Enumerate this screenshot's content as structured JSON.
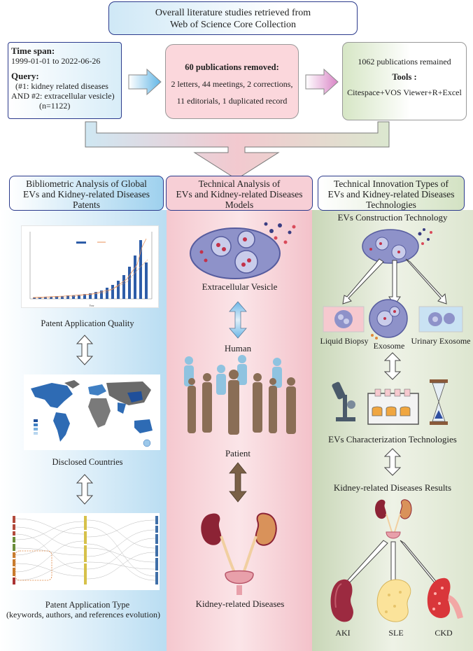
{
  "header": {
    "line1": "Overall literature studies retrieved from",
    "line2": "Web of Science Core Collection"
  },
  "left_box": {
    "time_title": "Time span:",
    "time_value": "1999-01-01 to 2022-06-26",
    "query_title": "Query:",
    "query_line1": "(#1: kidney related diseases",
    "query_line2": "AND  #2: extracellular vesicle)",
    "query_line3": "(n=1122)"
  },
  "middle_box": {
    "title": "60 publications removed:",
    "line1": "2 letters, 44 meetings, 2 corrections,",
    "line2": "11 editorials, 1 duplicated record"
  },
  "right_box": {
    "line1": "1062 publications remained",
    "tools_title": "Tools :",
    "tools_value": "Citespace+VOS Viewer+R+Excel"
  },
  "columns": {
    "left": {
      "title1": "Bibliometric Analysis of Global",
      "title2": "EVs and Kidney-related Diseases",
      "title3": "Patents",
      "cap_quality": "Patent Application Quality",
      "cap_countries": "Disclosed Countries",
      "cap_type1": "Patent Application Type",
      "cap_type2": "(keywords, authors, and references evolution)"
    },
    "middle": {
      "title1": "Technical Analysis of",
      "title2": "EVs and Kidney-related Diseases",
      "title3": "Models",
      "cap_ev": "Extracellular Vesicle",
      "cap_human": "Human",
      "cap_patient": "Patient",
      "cap_kidney": "Kidney-related Diseases"
    },
    "right": {
      "title1": "Technical Innovation Types of",
      "title2": "EVs and Kidney-related Diseases",
      "title3": "Technologies",
      "cap_construction": "EVs Construction Technology",
      "cap_liquid": "Liquid Biopsy",
      "cap_exosome": "Exosome",
      "cap_urinary": "Urinary Exosome",
      "cap_characterization": "EVs Characterization Technologies",
      "cap_results": "Kidney-related Diseases Results",
      "cap_aki": "AKI",
      "cap_sle": "SLE",
      "cap_ckd": "CKD"
    }
  },
  "colors": {
    "left_panel": "#d6ecf7",
    "middle_panel": "#f7d3d9",
    "right_panel": "#e2ead7",
    "border_blue": "#2b3a8c"
  }
}
